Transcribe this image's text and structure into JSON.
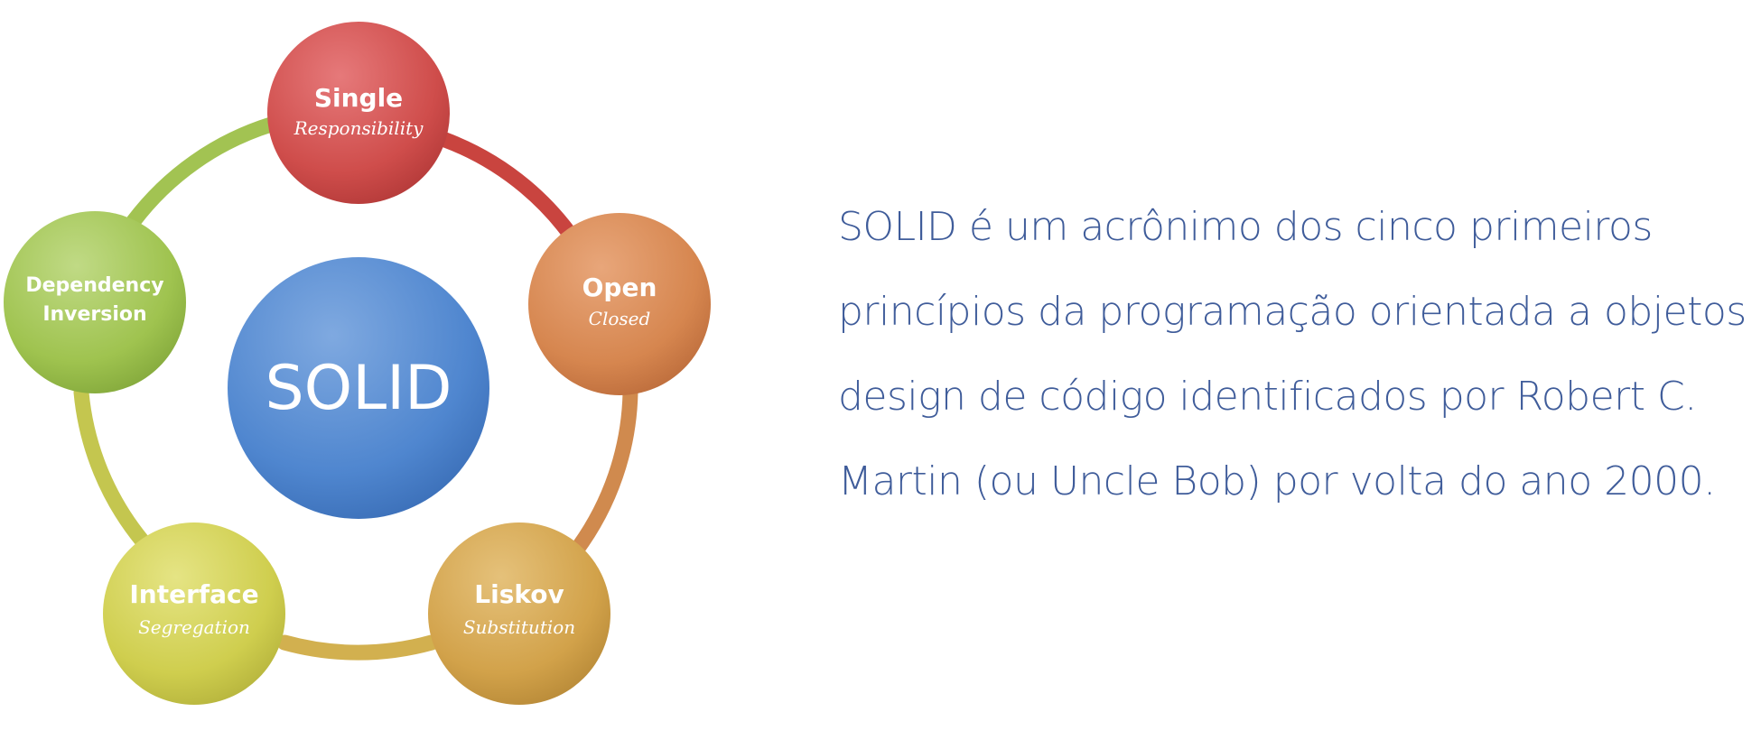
{
  "diagram": {
    "center": {
      "label": "SOLID",
      "color": "#4f86cf"
    },
    "nodes": [
      {
        "id": "single",
        "title": "Single",
        "subtitle": "Responsibility",
        "color": "#cf4d4b"
      },
      {
        "id": "open",
        "title": "Open",
        "subtitle": "Closed",
        "color": "#d6864f"
      },
      {
        "id": "liskov",
        "title": "Liskov",
        "subtitle": "Substitution",
        "color": "#d2a24a"
      },
      {
        "id": "interface",
        "title": "Interface",
        "subtitle": "Segregation",
        "color": "#cfce4e"
      },
      {
        "id": "dependency",
        "title": "Dependency",
        "subtitle": "Inversion",
        "color": "#9fc34f"
      }
    ]
  },
  "description": {
    "keyword": "SOLID",
    "line1_rest": " é um acrônimo dos cinco primeiros",
    "line2": "princípios da programação orientada a objetos e",
    "line3": "design de código identificados por Robert C.",
    "line4": "Martin (ou Uncle Bob) por volta do ano 2000.",
    "color": "#3f5c9a"
  }
}
